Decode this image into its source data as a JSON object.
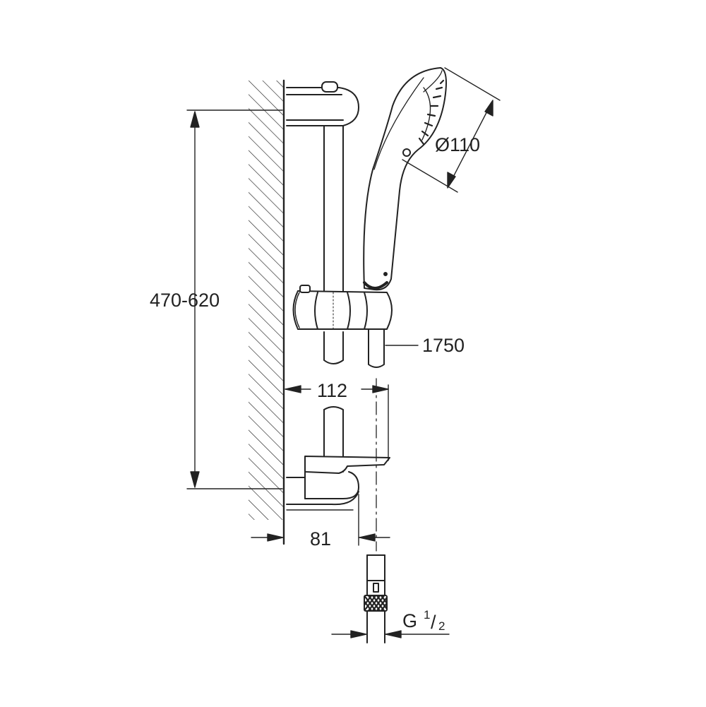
{
  "dimensions": {
    "height_range": "470-620",
    "shower_head_diameter": "Ø110",
    "hose_length": "1750",
    "rail_projection": "112",
    "wall_offset": "81",
    "thread_main": "G",
    "thread_numerator": "1",
    "thread_denominator": "2"
  },
  "colors": {
    "line": "#222222",
    "background": "#ffffff"
  }
}
